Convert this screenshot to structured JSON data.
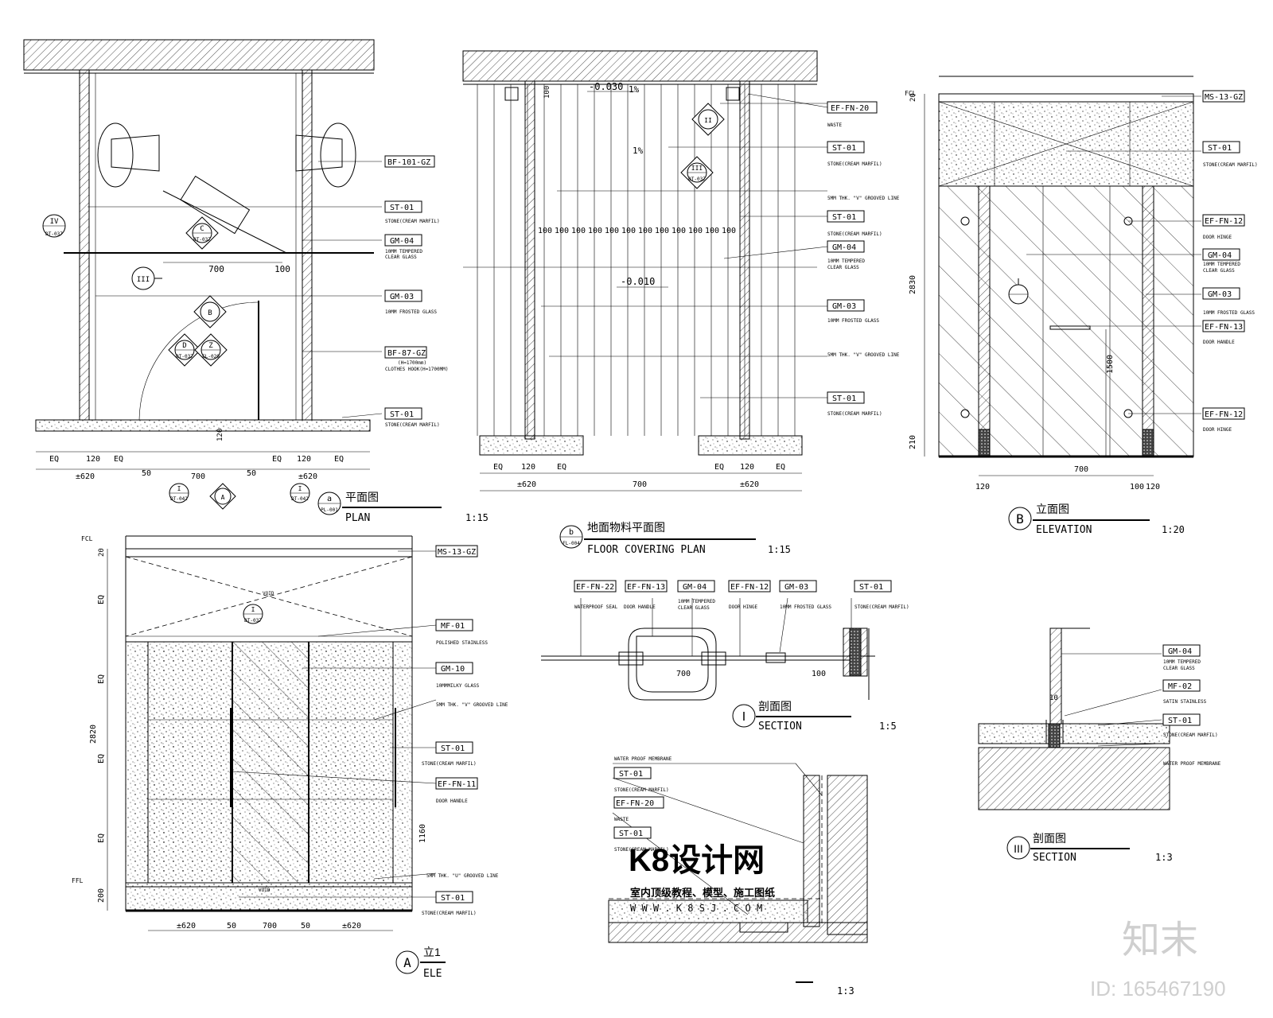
{
  "labels": {
    "ms13": "MS-13-GZ",
    "st01": "ST-01",
    "gm04": "GM-04",
    "gm03": "GM-03",
    "gm10": "GM-10",
    "mf01": "MF-01",
    "mf02": "MF-02",
    "bf101": "BF-101-GZ",
    "bf87": "BF-87-GZ",
    "effn20": "EF-FN-20",
    "effn12": "EF-FN-12",
    "effn13": "EF-FN-13",
    "effn11": "EF-FN-11",
    "effn22": "EF-FN-22"
  },
  "notes": {
    "stone": "STONE(CREAM MARFIL)",
    "tempered": "10MM TEMPERED",
    "clear": "CLEAR GLASS",
    "frosted": "10MM FROSTED GLASS",
    "hinge": "DOOR HINGE",
    "handle": "DOOR HANDLE",
    "waste": "WASTE",
    "groove": "5MM THK. \"V\" GROOVED LINE",
    "grooveU": "5MM THK. \"U\" GROOVED LINE",
    "polished": "POLISHED STAINLESS",
    "milky": "10MMMILKY GLASS",
    "satin": "SATIN STAINLESS",
    "membrane": "WATER PROOF MEMBRANE",
    "hook": "CLOTHES HOOK(H=1700MM)",
    "hookcn": "(H=1700mm)",
    "sealbar": "WATERPROOF SEAL",
    "void": "VOID",
    "fcl": "FCL",
    "ffl": "FFL"
  },
  "titles": {
    "plan_letter": "a",
    "plan_ref": "PL-001",
    "plan_cn": "平面图",
    "plan_en": "PLAN",
    "plan_scale": "1:15",
    "floor_letter": "b",
    "floor_ref": "FL-004",
    "floor_cn": "地面物料平面图",
    "floor_en": "FLOOR COVERING PLAN",
    "floor_scale": "1:15",
    "elevB_letter": "B",
    "elevB_cn": "立面图",
    "elevB_en": "ELEVATION",
    "elevB_scale": "1:20",
    "elevA_letter": "A",
    "elevA_cn": "立1",
    "elevA_en": "ELE",
    "secI_letter": "I",
    "secI_cn": "剖面图",
    "secI_en": "SECTION",
    "secI_scale": "1:5",
    "secIII_letter": "III",
    "secIII_cn": "剖面图",
    "secIII_en": "SECTION",
    "secIII_scale": "1:3",
    "secII_scale": "1:3"
  },
  "dims": {
    "eq": "EQ",
    "d120": "120",
    "d620": "±620",
    "d700": "700",
    "d50": "50",
    "d100": "100",
    "d2830": "2830",
    "d2820": "2820",
    "d210": "210",
    "d1500": "1500",
    "d1160": "1160",
    "d200": "200",
    "d20": "20",
    "d10": "10",
    "lvl1": "-0.030",
    "lvl2": "-0.010",
    "slope": "1%",
    "grid": "100"
  },
  "markers": {
    "iv": "IV",
    "iv_ref": "DT-037",
    "iii": "III",
    "c": "C",
    "c_ref": "DT-037",
    "b": "B",
    "d": "D",
    "d_ref": "DT-037",
    "z": "Z",
    "z_ref": "EL-020",
    "i": "I",
    "i_ref": "DT-042",
    "a": "A",
    "ii": "II",
    "ii_ref": "DT-037"
  },
  "watermark": {
    "logo": "K8设计网",
    "sub": "室内顶级教程、模型、施工图纸",
    "url": "W W W . K 8 S J . C O M",
    "zhimo": "知末",
    "id": "ID: 165467190"
  }
}
